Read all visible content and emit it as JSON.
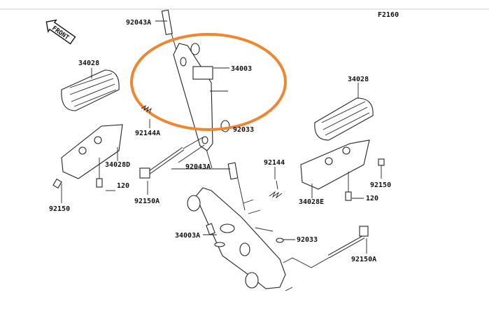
{
  "diagram_code": "F2160",
  "front_arrow_text": "FRONT",
  "highlight_color": "#f0862f",
  "labels": {
    "pin_top": "92043A",
    "bracket_top": "34003",
    "grip_left": "34028",
    "grip_right": "34028",
    "spring_top": "92144A",
    "cotter_top": "92033",
    "footpeg_left": "34028D",
    "pin_bottom": "92043A",
    "spring_bottom": "92144",
    "bolt_small_left": "120",
    "bolt_small_right": "120",
    "nut_right": "92150",
    "nut_left": "92150",
    "bolt_long_left": "92150A",
    "footpeg_right": "34028E",
    "bracket_bottom": "34003A",
    "cotter_bottom": "92033",
    "bolt_long_right": "92150A"
  }
}
